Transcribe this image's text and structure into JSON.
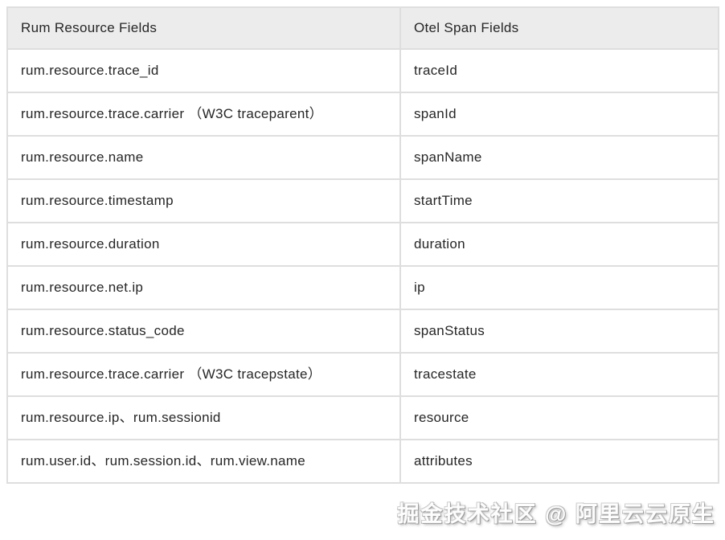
{
  "table": {
    "columns": [
      {
        "label": "Rum Resource Fields"
      },
      {
        "label": "Otel Span Fields"
      }
    ],
    "rows": [
      {
        "rum": "rum.resource.trace_id",
        "otel": "traceId"
      },
      {
        "rum": "rum.resource.trace.carrier （W3C traceparent）",
        "otel": "spanId"
      },
      {
        "rum": "rum.resource.name",
        "otel": "spanName"
      },
      {
        "rum": "rum.resource.timestamp",
        "otel": "startTime"
      },
      {
        "rum": "rum.resource.duration",
        "otel": "duration"
      },
      {
        "rum": "rum.resource.net.ip",
        "otel": "ip"
      },
      {
        "rum": "rum.resource.status_code",
        "otel": "spanStatus"
      },
      {
        "rum": "rum.resource.trace.carrier （W3C tracepstate）",
        "otel": "tracestate"
      },
      {
        "rum": "rum.resource.ip、rum.sessionid",
        "otel": "resource"
      },
      {
        "rum": "rum.user.id、rum.session.id、rum.view.name",
        "otel": "attributes"
      }
    ]
  },
  "watermark": {
    "text": "掘金技术社区 @ 阿里云云原生"
  },
  "colors": {
    "header_bg": "#ececec",
    "border": "#dedede",
    "text": "#262626",
    "watermark_fill": "#fdfdfd"
  }
}
